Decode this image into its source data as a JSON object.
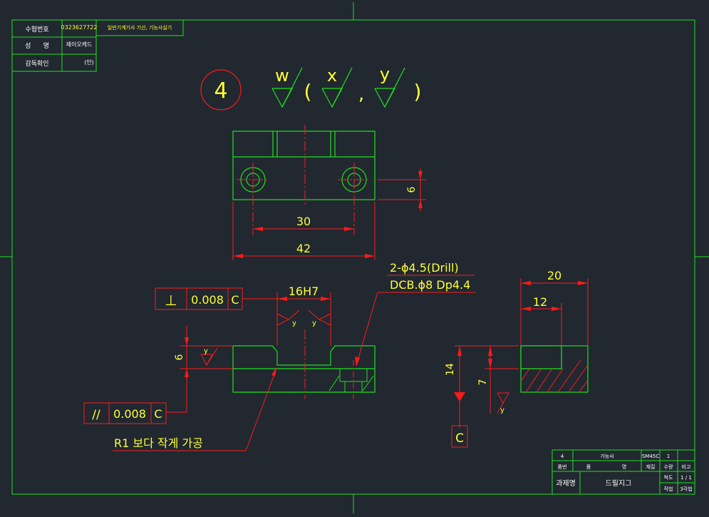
{
  "colors": {
    "bg": "#212830",
    "green": "#1fe01f",
    "red": "#ff1a1a",
    "yellow": "#ffff33",
    "white": "#ffffff"
  },
  "title_block": {
    "exam_no_label": "수험번호",
    "exam_no": "0323627722",
    "exam_title": "일반기계기사 기산, 기능사실기",
    "name_label": "성      명",
    "name": "제이오케드",
    "supervisor_label": "감독확인",
    "seal": "(인)"
  },
  "surface_symbol": {
    "balloon": "4",
    "w": "w",
    "x": "x",
    "y": "y",
    "open": "(",
    "comma": ",",
    "close": ")"
  },
  "top_view": {
    "dim_30": "30",
    "dim_42": "42",
    "dim_6": "6"
  },
  "front_view": {
    "perp_symbol": "⊥",
    "perp_tol": "0.008",
    "perp_datum": "C",
    "dim_16h7": "16H7",
    "dim_6": "6",
    "par_symbol": "//",
    "par_tol": "0.008",
    "par_datum": "C",
    "drill_note1": "2-ϕ4.5(Drill)",
    "drill_note2": "DCB.ϕ8 Dp4.4",
    "note": "R1 보다 작게 가공",
    "y_small": "y"
  },
  "side_view": {
    "dim_20": "20",
    "dim_12": "12",
    "dim_14": "14",
    "dim_7": "7",
    "datum": "C",
    "y_small": "y"
  },
  "parts_list": {
    "row1": [
      "4",
      "가능사",
      "SM45C",
      "1",
      ""
    ],
    "row2": [
      "품번",
      "품",
      "명",
      "재질",
      "수량",
      "비고"
    ],
    "project_label": "과제명",
    "project": "드릴지그",
    "scale_label": "척도",
    "scale": "1 / 1",
    "method_label": "작법",
    "method": "3각법"
  }
}
